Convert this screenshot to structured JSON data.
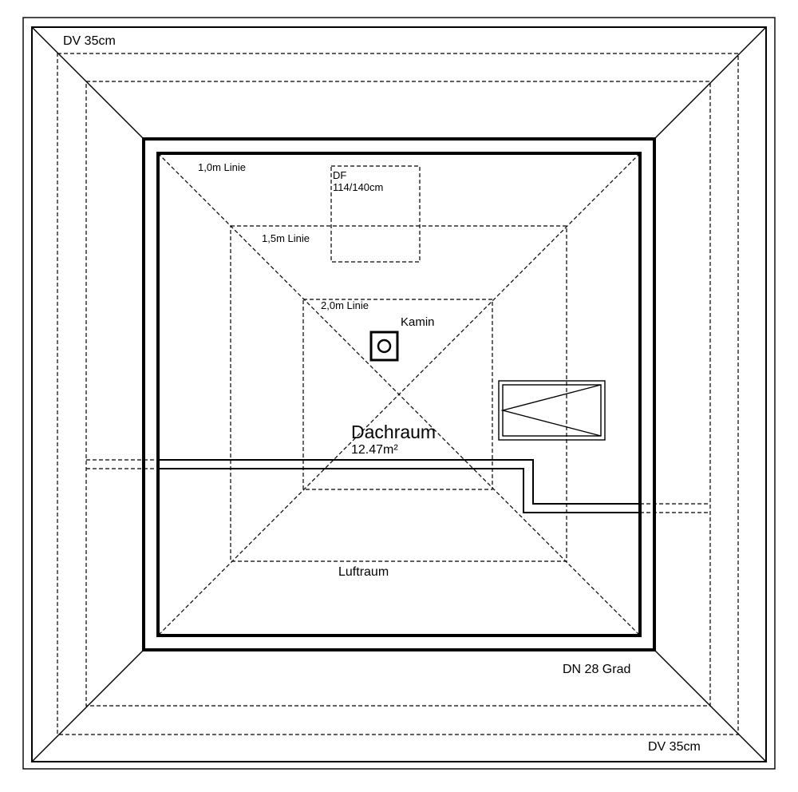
{
  "labels": {
    "dv_top": "DV 35cm",
    "dv_bottom": "DV 35cm",
    "dn": "DN 28 Grad",
    "line_1_0": "1,0m Linie",
    "line_1_5": "1,5m Linie",
    "line_2_0": "2,0m Linie",
    "df_title": "DF",
    "df_size": "114/140cm",
    "kamin": "Kamin",
    "room_name": "Dachraum",
    "room_area": "12.47m²",
    "luftraum": "Luftraum"
  },
  "colors": {
    "line": "#000000",
    "background": "#ffffff"
  }
}
